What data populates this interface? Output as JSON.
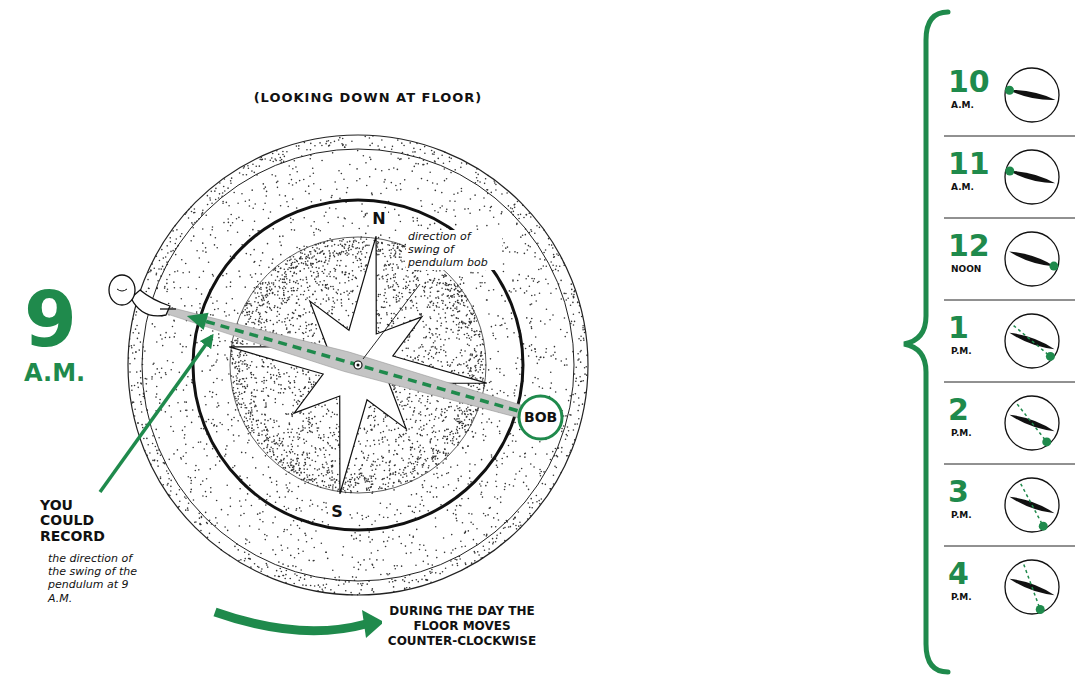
{
  "diagram": {
    "nodes": [
      {
        "text": [
          "BOB"
        ]
      }
    ],
    "labels": [
      "(LOOKING DOWN AT FLOOR)",
      "N",
      "direction of swing of pendulum bob",
      "9",
      "A.M.",
      "S",
      "YOU COULD RECORD",
      "the direction of the swing of the pendulum at 9 A.M.",
      "DURING THE DAY THE FLOOR MOVES COUNTER-CLOCKWISE",
      "10",
      "A.M.",
      "11",
      "A.M.",
      "12",
      "NOON",
      "1",
      "P.M.",
      "2",
      "P.M.",
      "3",
      "P.M.",
      "4",
      "P.M."
    ]
  }
}
